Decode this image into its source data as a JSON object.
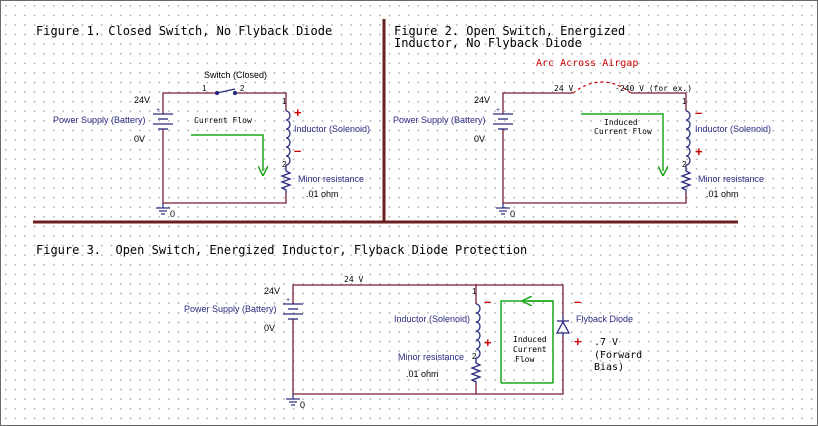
{
  "colors": {
    "wire": "#7a1f3a",
    "frame": "#6b1f1f",
    "component": "#2a2a80",
    "label_blue": "#2a2a80",
    "polarity": "#cc0000",
    "flow_green": "#1aa81a",
    "arc_red": "#cc0000",
    "text": "#000000"
  },
  "fig1": {
    "title": "Figure 1. Closed Switch, No Flyback Diode",
    "supply_label": "Power Supply (Battery)",
    "v_top": "24V",
    "v_bottom": "0V",
    "switch_label": "Switch (Closed)",
    "switch_pin1": "1",
    "switch_pin2": "2",
    "current_flow": "Current Flow",
    "inductor_label": "Inductor (Solenoid)",
    "ind_pin1": "1",
    "ind_pin2": "2",
    "plus": "+",
    "minus": "–",
    "resistor_label": "Minor resistance",
    "resistor_value": ".01 ohm",
    "ground": "0"
  },
  "fig2": {
    "title_line1": "Figure 2. Open Switch, Energized",
    "title_line2": "Inductor, No Flyback Diode",
    "arc_label": "Arc Across Airgap",
    "v_left": "24 V",
    "v_right": "-240 V (for ex.)",
    "supply_label": "Power Supply (Battery)",
    "v_top": "24V",
    "v_bottom": "0V",
    "induced_line1": "Induced",
    "induced_line2": "Current Flow",
    "inductor_label": "Inductor (Solenoid)",
    "ind_pin1": "1",
    "ind_pin2": "2",
    "plus": "+",
    "minus": "–",
    "resistor_label": "Minor resistance",
    "resistor_value": ".01 ohm",
    "ground": "0"
  },
  "fig3": {
    "title": "Figure 3.  Open Switch, Energized Inductor, Flyback Diode Protection",
    "v_wire": "24 V",
    "supply_label": "Power Supply (Battery)",
    "v_top": "24V",
    "v_bottom": "0V",
    "inductor_label": "Inductor (Solenoid)",
    "ind_pin1": "1",
    "ind_pin2": "2",
    "resistor_label": "Minor resistance",
    "resistor_value": ".01 ohm",
    "induced_line1": "Induced",
    "induced_line2": "Current",
    "induced_line3": "Flow",
    "diode_label": "Flyback Diode",
    "diode_v": ".7 V",
    "diode_note1": "(Forward",
    "diode_note2": "Bias)",
    "plus": "+",
    "minus": "–",
    "ground": "0"
  }
}
